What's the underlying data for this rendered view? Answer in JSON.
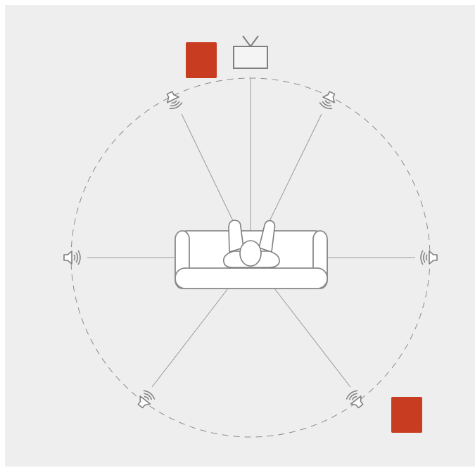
{
  "colors": {
    "panel": "#eeeeee",
    "line": "#8a8a8a",
    "accent": "#c83c22"
  },
  "diagram": {
    "layout": "surround-sound-speaker-placement",
    "listener": "person-on-sofa",
    "display": "tv-icon",
    "speakers": [
      {
        "name": "front-left-speaker",
        "icon": "speaker-icon"
      },
      {
        "name": "front-right-speaker",
        "icon": "speaker-icon"
      },
      {
        "name": "side-left-speaker",
        "icon": "speaker-icon"
      },
      {
        "name": "side-right-speaker",
        "icon": "speaker-icon"
      },
      {
        "name": "rear-left-speaker",
        "icon": "speaker-icon"
      },
      {
        "name": "rear-right-speaker",
        "icon": "speaker-icon"
      }
    ],
    "accent_blocks": [
      {
        "name": "front-accent-block"
      },
      {
        "name": "rear-accent-block"
      }
    ]
  }
}
